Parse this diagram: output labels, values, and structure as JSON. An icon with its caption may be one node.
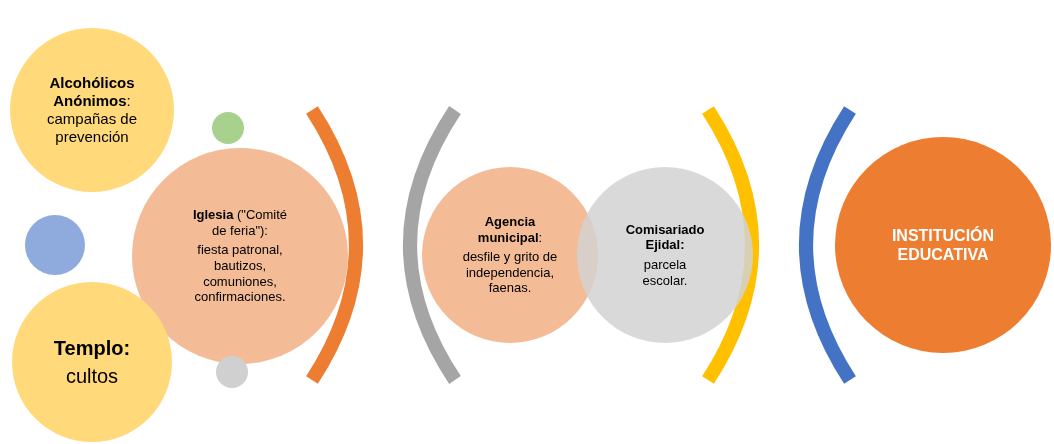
{
  "diagram": {
    "nodes": [
      {
        "text": [
          "**Alcohólicos Anónimos**: campañas de prevención"
        ]
      },
      {
        "text": [],
        "shape": "circle"
      },
      {
        "text": [],
        "shape": "circle"
      },
      {
        "text": [
          "**Iglesia** (\"Comité de feria\"):",
          "fiesta patronal, bautizos, comuniones, confirmaciones."
        ]
      },
      {
        "text": [
          "Templo:",
          "cultos"
        ]
      },
      {
        "text": [],
        "shape": "circle"
      },
      {
        "text": [
          "**Agencia municipal**:",
          "desfile y grito de independencia, faenas."
        ]
      },
      {
        "text": [
          "Comisariado Ejidal:",
          "parcela escolar."
        ]
      },
      {
        "text": [
          "INSTITUCIÓN EDUCATIVA"
        ]
      }
    ],
    "edges": []
  }
}
